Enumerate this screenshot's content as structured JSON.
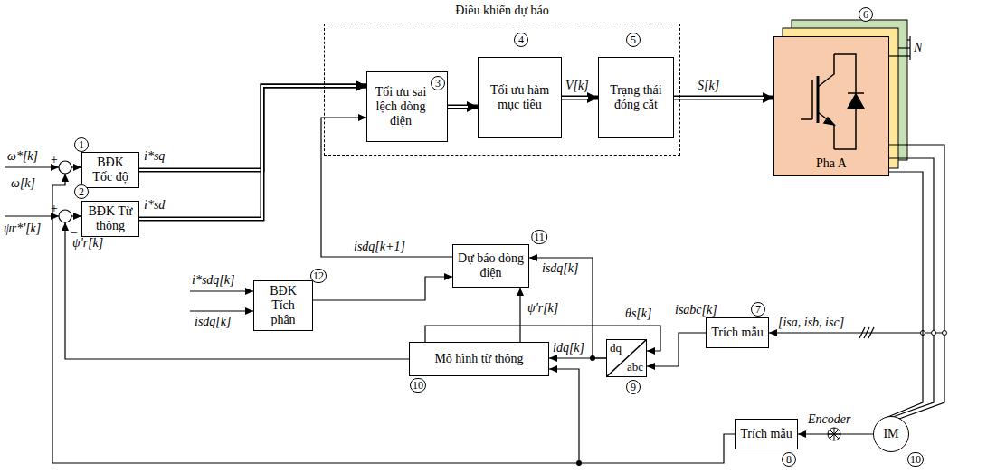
{
  "diagram": {
    "nodes": [
      {
        "text": [
          "Điều khiển dự báo"
        ]
      },
      {
        "text": [
          "Tối ưu sai lệch dòng điện"
        ],
        "in": 0
      },
      {
        "text": [
          "Tối ưu hàm mục tiêu"
        ],
        "in": 0
      },
      {
        "text": [
          "Trạng thái đóng cắt"
        ],
        "in": 0
      },
      {
        "text": [
          "BĐK Tốc độ"
        ]
      },
      {
        "text": [
          "BĐK Từ thông"
        ]
      },
      {
        "text": [
          "Dự báo dòng điện"
        ]
      },
      {
        "text": [
          "BĐK Tích phân"
        ]
      },
      {
        "text": [
          "Mô hình từ thông"
        ]
      },
      {
        "text": [
          "dq",
          "abc"
        ]
      },
      {
        "text": [
          "Trích mẫu"
        ]
      },
      {
        "text": [
          "Trích mẫu"
        ]
      },
      {
        "text": [
          "Pha A"
        ]
      },
      {
        "text": [
          "IM"
        ]
      }
    ],
    "edges": [
      {
        "from": 1,
        "to": 2,
        "arrow": "to"
      },
      {
        "from": 2,
        "to": 3,
        "label": "V[k]",
        "arrow": "to"
      },
      {
        "from": 3,
        "to": 12,
        "label": "S[k]",
        "arrow": "to"
      },
      {
        "from": 4,
        "to": 1,
        "label": "i*sq",
        "arrow": "to"
      },
      {
        "from": 5,
        "to": 1,
        "label": "i*sd",
        "arrow": "to"
      },
      {
        "from": 6,
        "to": 1,
        "label": "isdq[k+1]",
        "arrow": "to"
      },
      {
        "from": 7,
        "to": 6,
        "arrow": "to"
      },
      {
        "from": 8,
        "to": 6,
        "label": "ψ'r[k]",
        "arrow": "to"
      },
      {
        "from": 9,
        "to": 6,
        "label": "isdq[k]",
        "arrow": "to"
      },
      {
        "from": 9,
        "to": 8,
        "label": "idq[k]",
        "arrow": "to"
      },
      {
        "from": 8,
        "to": 9,
        "label": "θs[k]",
        "arrow": "to"
      },
      {
        "from": 10,
        "to": 9,
        "label": "isabc[k]",
        "arrow": "to"
      },
      {
        "from": 13,
        "to": 11,
        "arrow": "to"
      },
      {
        "from": 11,
        "to": 8,
        "arrow": "to"
      },
      {
        "from": 12,
        "to": 13,
        "arrow": "none"
      }
    ],
    "labels": [
      "ω*[k]",
      "ω[k]",
      "ψr*'[k]",
      "ψ'r[k]",
      "+",
      "−",
      "+",
      "−",
      "i*sdq[k]",
      "isdq[k]",
      "[isa, isb, isc]",
      "N",
      "Encoder",
      "1",
      "2",
      "3",
      "4",
      "5",
      "6",
      "7",
      "8",
      "9",
      "10",
      "11",
      "12",
      "10"
    ]
  }
}
